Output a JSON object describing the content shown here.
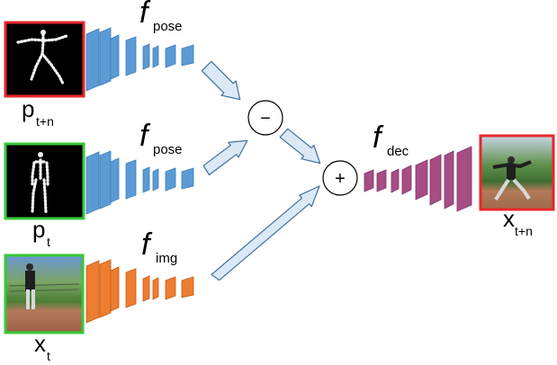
{
  "functions": {
    "pose_top": {
      "name": "f",
      "sub": "pose"
    },
    "pose_mid": {
      "name": "f",
      "sub": "pose"
    },
    "img": {
      "name": "f",
      "sub": "img"
    },
    "dec": {
      "name": "f",
      "sub": "dec"
    }
  },
  "inputs": {
    "pose_target": {
      "label": "p",
      "sub": "t+n"
    },
    "pose_current": {
      "label": "p",
      "sub": "t"
    },
    "image_current": {
      "label": "x",
      "sub": "t"
    }
  },
  "output": {
    "label": "x",
    "sub": "t+n"
  },
  "operators": {
    "subtract": "−",
    "add": "+"
  },
  "colors": {
    "pose_encoder": "#5b9bd5",
    "image_encoder": "#ed7d31",
    "decoder": "#a64d86",
    "arrow_fill": "#dbe9f6",
    "arrow_stroke": "#41719c",
    "frame_target": "#e8262b",
    "frame_input": "#37c837"
  }
}
